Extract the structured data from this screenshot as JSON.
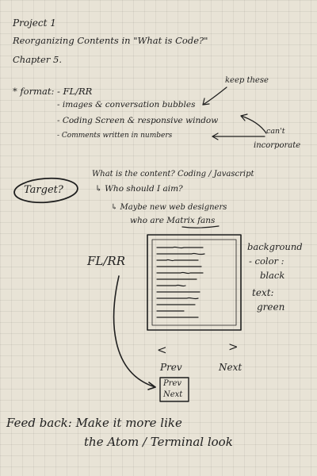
{
  "header": {
    "project": "Project 1",
    "reorganizing": "Reorganizing Contents in \"What is Code?\"",
    "chapter": "Chapter 5."
  },
  "format": {
    "label": "* format: - FL/RR",
    "items": [
      "- images & conversation bubbles",
      "- Coding Screen & responsive window",
      "- Comments written in numbers"
    ],
    "keep_note": "keep these",
    "cant_note_1": "can't",
    "cant_note_2": "incorporate"
  },
  "target": {
    "label": "Target?",
    "question": "What is the content? Coding / Javascript",
    "aim": "↳ Who should I aim?",
    "maybe_1": "↳ Maybe new web designers",
    "maybe_2": "who are Matrix fans"
  },
  "sketch": {
    "fl_rr": "FL/RR",
    "background_note_1": "background",
    "background_note_2": "- color :",
    "background_note_3": "black",
    "text_note_1": "text:",
    "text_note_2": "green",
    "left_arrow": "<",
    "right_arrow": ">",
    "prev_label": "Prev",
    "next_label": "Next",
    "box_prev": "Prev",
    "box_next": "Next"
  },
  "feedback": {
    "line_1": "Feed back: Make it more like",
    "line_2": "the Atom / Terminal look"
  }
}
